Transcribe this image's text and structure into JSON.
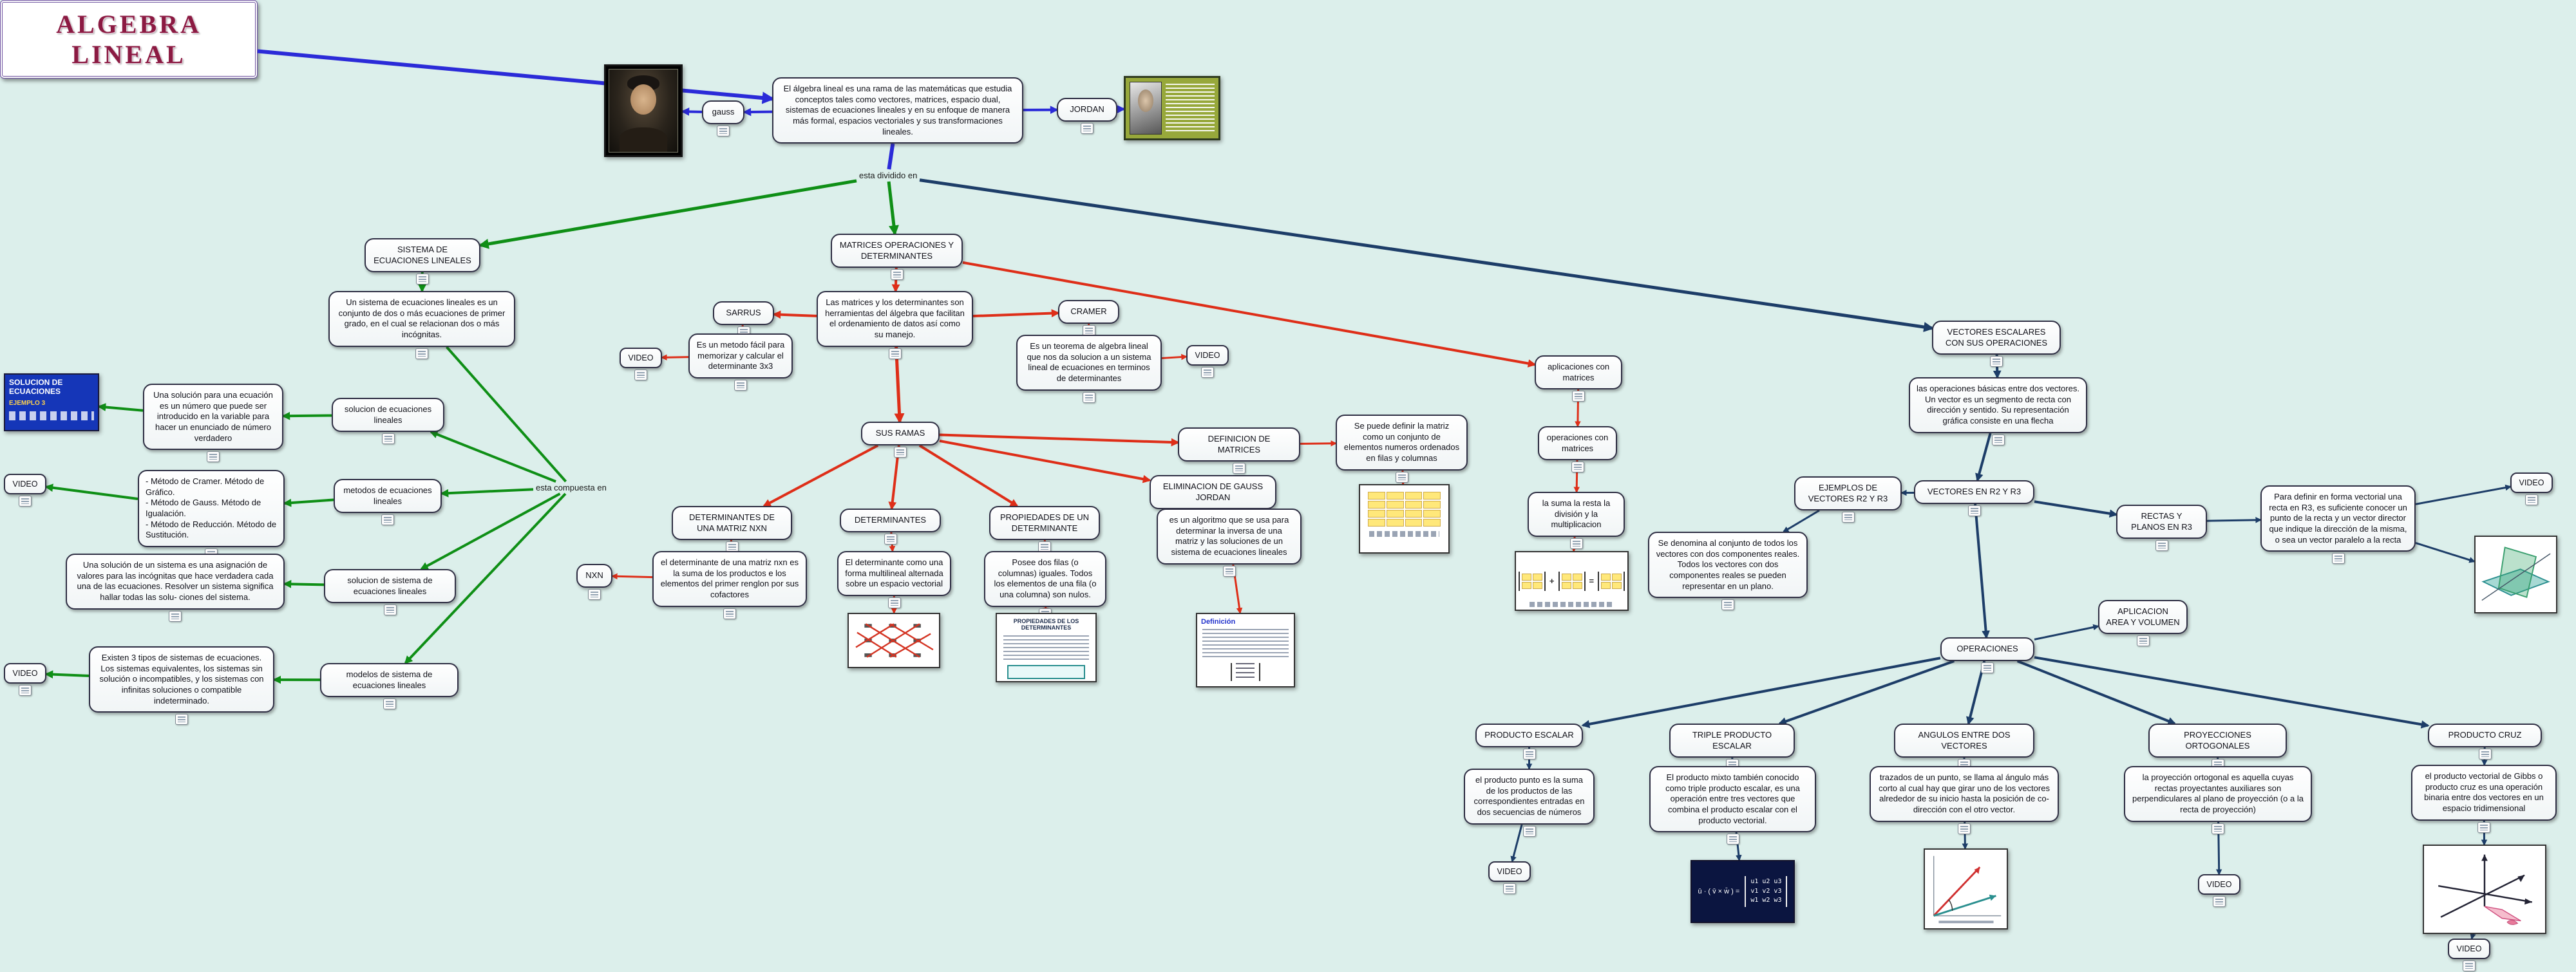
{
  "canvas": {
    "background": "#dcefeb"
  },
  "colors": {
    "blue": "#2b2bd8",
    "green": "#0f8f16",
    "red": "#de2e18",
    "navy": "#1d3d68"
  },
  "labels": {
    "video": "VIDEO"
  },
  "title": "ALGEBRA LINEAL",
  "nodes": {
    "main_def": "El álgebra lineal es una rama de las matemáticas que estudia conceptos tales como vectores, matrices, espacio dual, sistemas de ecuaciones lineales y en su enfoque de manera más formal, espacios vectoriales y sus transformaciones lineales.",
    "gauss": "gauss",
    "jordan": "JORDAN",
    "dividido": "esta dividido en",
    "compuesta": "esta compuesta en",
    "sistema_title": "SISTEMA DE ECUACIONES LINEALES",
    "sistema_def": "Un sistema de ecuaciones lineales es un conjunto de dos o más ecuaciones de primer grado, en el cual se relacionan dos o más incógnitas.",
    "sol_ec_lin": "solucion de ecuaciones lineales",
    "sol_def": "Una solución para una ecuación es un número que puede ser introducido en la variable para hacer un enunciado de número verdadero",
    "metodos": "metodos de ecuaciones lineales",
    "metodos_def": "- Método de Cramer. Método de Gráfico.\n- Método de Gauss. Método de Igualación.\n- Método de Reducción. Método de Sustitución.",
    "sol_sis": "solucion de sistema de ecuaciones lineales",
    "sol_sis_def": "Una solución de un sistema es una asignación de valores para las incógnitas que hace verdadera cada una de las ecuaciones. Resolver un sistema significa hallar todas las solu- ciones del sistema.",
    "modelos": "modelos de sistema de ecuaciones lineales",
    "modelos_def": "Existen 3 tipos de sistemas de ecuaciones. Los sistemas equivalentes, los sistemas sin solución o incompatibles, y los sistemas con infinitas soluciones o compatible indeterminado.",
    "matrices_title": "MATRICES OPERACIONES Y DETERMINANTES",
    "matrices_def": "Las matrices y los determinantes son herramientas del álgebra que facilitan el ordenamiento de datos así como su manejo.",
    "sarrus": "SARRUS",
    "sarrus_def": "Es un metodo fácil para memorizar y calcular el determinante 3x3",
    "cramer": "CRAMER",
    "cramer_def": "Es un teorema de algebra lineal que nos da solucion a un sistema lineal de ecuaciones en terminos de determinantes",
    "sus_ramas": "SUS RAMAS",
    "det_nxn_title": "DETERMINANTES DE UNA MATRIZ NXN",
    "det_nxn_def": "el determinante de una matriz nxn es la suma de los productos e los elementos del primer renglon por sus cofactores",
    "nxn": "NXN",
    "determinantes": "DETERMINANTES",
    "det_def": "El determinante como una forma multilineal alternada sobre un espacio vectorial",
    "prop_title": "PROPIEDADES DE UN DETERMINANTE",
    "prop_def": "Posee dos filas (o columnas) iguales. Todos los elementos de una fila (o una columna) son nulos.",
    "gj_title": "ELIMINACION DE GAUSS JORDAN",
    "gj_def": "es un algoritmo que se usa para determinar la inversa de una matriz y las soluciones de un sistema de ecuaciones lineales",
    "defmat_title": "DEFINICION DE MATRICES",
    "defmat_def": "Se puede definir la matriz como un conjunto de elementos numeros ordenados en filas y columnas",
    "aplicaciones": "aplicaciones con matrices",
    "operaciones_mat": "operaciones con matrices",
    "suma": "la suma la resta la división y la multiplicacion",
    "vectores_title": "VECTORES ESCALARES CON SUS OPERACIONES",
    "vectores_def": "las operaciones básicas entre dos vectores. Un vector es un segmento de recta con dirección y sentido. Su representación gráfica consiste en una flecha",
    "ejemplos": "EJEMPLOS DE VECTORES R2 Y R3",
    "vectores_r2r3": "VECTORES EN R2 Y R3",
    "denomina_def": "Se denomina al conjunto de todos los vectores con dos componentes reales. Todos los vectores con dos componentes reales se pueden representar en un plano.",
    "rectas_title": "RECTAS Y PLANOS EN R3",
    "rectas_def": "Para definir en forma vectorial una recta en R3, es suficiente conocer un punto de la recta y un vector director que indique la dirección de la misma, o sea un vector paralelo a la recta",
    "aplicacion_area": "APLICACION AREA Y VOLUMEN",
    "operaciones_v": "OPERACIONES",
    "prod_escalar": "PRODUCTO ESCALAR",
    "pe_def": "el producto punto es la suma de los productos de las correspondientes entradas en dos secuencias de números",
    "triple": "TRIPLE PRODUCTO ESCALAR",
    "triple_def": "El producto mixto también conocido como triple producto escalar, es una operación entre tres vectores que combina el producto escalar con el producto vectorial.",
    "angulos": "ANGULOS ENTRE DOS VECTORES",
    "angulos_def": "trazados de un punto, se llama al ángulo más corto al cual hay que girar uno de los vectores alrededor de su inicio hasta la posición de co-dirección con el otro vector.",
    "proyecciones": "PROYECCIONES ORTOGONALES",
    "proy_def": "la proyección ortogonal es aquella cuyas rectas proyectantes auxiliares son perpendiculares al plano de proyección (o a la recta de proyección)",
    "prod_cruz": "PRODUCTO CRUZ",
    "cruz_def": "el producto vectorial de Gibbs o producto cruz es una operación binaria entre dos vectores en un espacio tridimensional"
  },
  "images": {
    "sol_title": "SOLUCION DE ECUACIONES",
    "sol_sub": "EJEMPLO 3",
    "prop_title": "PROPIEDADES DE LOS DETERMINANTES",
    "gj_title": "Definición",
    "triple_lhs": "ū · ( v̄ × w̄ ) =",
    "triple_rows": [
      "u1  u2  u3",
      "v1  v2  v3",
      "w1  w2  w3"
    ],
    "matops_plus": "+",
    "matops_eq": "="
  },
  "edges": [
    {
      "f": "title",
      "t": "main_def",
      "c": "blue",
      "w": 6
    },
    {
      "f": "main_def",
      "t": "gauss",
      "c": "blue",
      "w": 4
    },
    {
      "f": "gauss",
      "t": "gauss_img",
      "c": "blue",
      "w": 4
    },
    {
      "f": "main_def",
      "t": "jordan",
      "c": "blue",
      "w": 4
    },
    {
      "f": "jordan",
      "t": "jordan_img",
      "c": "blue",
      "w": 4
    },
    {
      "f": "main_def",
      "t": "dividido",
      "c": "blue",
      "w": 6,
      "m": 0
    },
    {
      "f": "dividido",
      "t": "sistema_title",
      "c": "green",
      "w": 5
    },
    {
      "f": "dividido",
      "t": "matrices_title",
      "c": "green",
      "w": 5
    },
    {
      "f": "dividido",
      "t": "vectores_title",
      "c": "navy",
      "w": 5
    },
    {
      "f": "sistema_title",
      "t": "sistema_def",
      "c": "green",
      "w": 4
    },
    {
      "f": "sistema_def",
      "t": "compuesta",
      "c": "green",
      "w": 4,
      "m": 0
    },
    {
      "f": "compuesta",
      "t": "sol_ec_lin",
      "c": "green",
      "w": 4
    },
    {
      "f": "compuesta",
      "t": "metodos",
      "c": "green",
      "w": 4
    },
    {
      "f": "compuesta",
      "t": "sol_sis",
      "c": "green",
      "w": 4
    },
    {
      "f": "compuesta",
      "t": "modelos",
      "c": "green",
      "w": 4
    },
    {
      "f": "sol_ec_lin",
      "t": "sol_def",
      "c": "green",
      "w": 4
    },
    {
      "f": "sol_def",
      "t": "sol_img",
      "c": "green",
      "w": 4
    },
    {
      "f": "metodos",
      "t": "metodos_def",
      "c": "green",
      "w": 4
    },
    {
      "f": "metodos_def",
      "t": "video1",
      "c": "green",
      "w": 4
    },
    {
      "f": "sol_sis",
      "t": "sol_sis_def",
      "c": "green",
      "w": 4
    },
    {
      "f": "modelos",
      "t": "modelos_def",
      "c": "green",
      "w": 4
    },
    {
      "f": "modelos_def",
      "t": "video2",
      "c": "green",
      "w": 4
    },
    {
      "f": "matrices_title",
      "t": "matrices_def",
      "c": "red",
      "w": 4
    },
    {
      "f": "matrices_def",
      "t": "sarrus",
      "c": "red",
      "w": 4
    },
    {
      "f": "sarrus",
      "t": "sarrus_def",
      "c": "red",
      "w": 3
    },
    {
      "f": "sarrus_def",
      "t": "video_sarrus",
      "c": "red",
      "w": 3
    },
    {
      "f": "matrices_def",
      "t": "cramer",
      "c": "red",
      "w": 4
    },
    {
      "f": "cramer",
      "t": "cramer_def",
      "c": "red",
      "w": 3
    },
    {
      "f": "cramer_def",
      "t": "video_cramer",
      "c": "red",
      "w": 3
    },
    {
      "f": "matrices_def",
      "t": "sus_ramas",
      "c": "red",
      "w": 5
    },
    {
      "f": "sus_ramas",
      "t": "det_nxn_title",
      "c": "red",
      "w": 4
    },
    {
      "f": "det_nxn_title",
      "t": "det_nxn_def",
      "c": "red",
      "w": 3
    },
    {
      "f": "det_nxn_def",
      "t": "nxn",
      "c": "red",
      "w": 3
    },
    {
      "f": "sus_ramas",
      "t": "determinantes",
      "c": "red",
      "w": 4
    },
    {
      "f": "determinantes",
      "t": "det_def",
      "c": "red",
      "w": 3
    },
    {
      "f": "det_def",
      "t": "det_img",
      "c": "red",
      "w": 3
    },
    {
      "f": "sus_ramas",
      "t": "prop_title",
      "c": "red",
      "w": 4
    },
    {
      "f": "prop_title",
      "t": "prop_def",
      "c": "red",
      "w": 3
    },
    {
      "f": "prop_def",
      "t": "prop_img",
      "c": "red",
      "w": 3
    },
    {
      "f": "sus_ramas",
      "t": "gj_title",
      "c": "red",
      "w": 4
    },
    {
      "f": "gj_title",
      "t": "gj_def",
      "c": "red",
      "w": 3
    },
    {
      "f": "gj_def",
      "t": "gj_img",
      "c": "red",
      "w": 3
    },
    {
      "f": "sus_ramas",
      "t": "defmat_title",
      "c": "red",
      "w": 4
    },
    {
      "f": "defmat_title",
      "t": "defmat_def",
      "c": "red",
      "w": 3
    },
    {
      "f": "defmat_def",
      "t": "defmat_img",
      "c": "red",
      "w": 3
    },
    {
      "f": "matrices_title",
      "t": "aplicaciones",
      "c": "red",
      "w": 4
    },
    {
      "f": "aplicaciones",
      "t": "operaciones_mat",
      "c": "red",
      "w": 3
    },
    {
      "f": "operaciones_mat",
      "t": "suma",
      "c": "red",
      "w": 3
    },
    {
      "f": "suma",
      "t": "matops_img",
      "c": "red",
      "w": 3
    },
    {
      "f": "vectores_title",
      "t": "vectores_def",
      "c": "navy",
      "w": 4
    },
    {
      "f": "vectores_def",
      "t": "vectores_r2r3",
      "c": "navy",
      "w": 4
    },
    {
      "f": "vectores_r2r3",
      "t": "ejemplos",
      "c": "navy",
      "w": 3
    },
    {
      "f": "ejemplos",
      "t": "denomina_def",
      "c": "navy",
      "w": 3
    },
    {
      "f": "vectores_r2r3",
      "t": "rectas_title",
      "c": "navy",
      "w": 4
    },
    {
      "f": "rectas_title",
      "t": "rectas_def",
      "c": "navy",
      "w": 3
    },
    {
      "f": "rectas_def",
      "t": "video_rectas",
      "c": "navy",
      "w": 3
    },
    {
      "f": "rectas_def",
      "t": "planos_img",
      "c": "navy",
      "w": 3
    },
    {
      "f": "vectores_r2r3",
      "t": "operaciones_v",
      "c": "navy",
      "w": 4
    },
    {
      "f": "operaciones_v",
      "t": "aplicacion_area",
      "c": "navy",
      "w": 3
    },
    {
      "f": "operaciones_v",
      "t": "prod_escalar",
      "c": "navy",
      "w": 4
    },
    {
      "f": "operaciones_v",
      "t": "triple",
      "c": "navy",
      "w": 4
    },
    {
      "f": "operaciones_v",
      "t": "angulos",
      "c": "navy",
      "w": 4
    },
    {
      "f": "operaciones_v",
      "t": "proyecciones",
      "c": "navy",
      "w": 4
    },
    {
      "f": "operaciones_v",
      "t": "prod_cruz",
      "c": "navy",
      "w": 4
    },
    {
      "f": "prod_escalar",
      "t": "pe_def",
      "c": "navy",
      "w": 3
    },
    {
      "f": "pe_def",
      "t": "video_pe",
      "c": "navy",
      "w": 3
    },
    {
      "f": "triple",
      "t": "triple_def",
      "c": "navy",
      "w": 3
    },
    {
      "f": "triple_def",
      "t": "triple_img",
      "c": "navy",
      "w": 3
    },
    {
      "f": "angulos",
      "t": "angulos_def",
      "c": "navy",
      "w": 3
    },
    {
      "f": "angulos_def",
      "t": "angulos_img",
      "c": "navy",
      "w": 3
    },
    {
      "f": "proyecciones",
      "t": "proy_def",
      "c": "navy",
      "w": 3
    },
    {
      "f": "proy_def",
      "t": "video_proy",
      "c": "navy",
      "w": 3
    },
    {
      "f": "prod_cruz",
      "t": "cruz_def",
      "c": "navy",
      "w": 3
    },
    {
      "f": "cruz_def",
      "t": "cruz_img",
      "c": "navy",
      "w": 3
    },
    {
      "f": "cruz_img",
      "t": "video_cruz",
      "c": "navy",
      "w": 3
    }
  ]
}
